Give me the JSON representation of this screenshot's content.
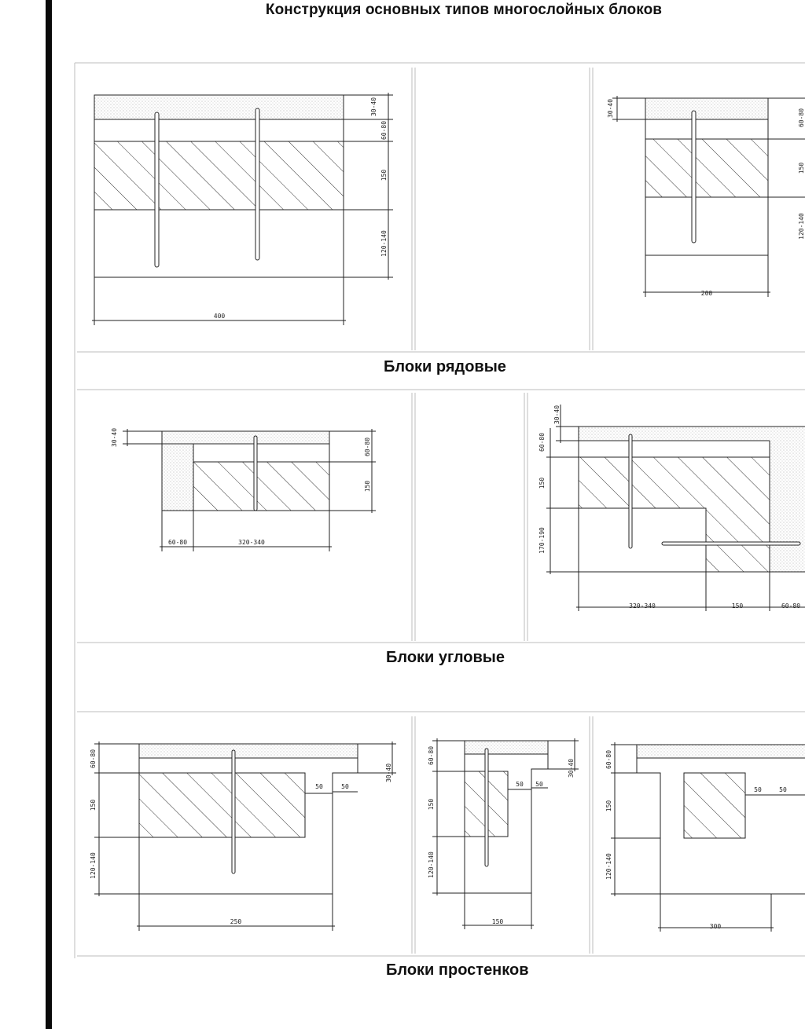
{
  "page": {
    "title": "Конструкция основных типов многослойных блоков",
    "sections": {
      "row": {
        "caption": "Блоки рядовые"
      },
      "corner": {
        "caption": "Блоки угловые"
      },
      "pier": {
        "caption": "Блоки простенков"
      }
    }
  },
  "dims": {
    "row_a": {
      "top": "30-40",
      "face": "60-80",
      "core": "150",
      "bottom": "120-140",
      "width": "400"
    },
    "row_b": {
      "top": "30-40",
      "face": "60-80",
      "core": "150",
      "bottom": "120-140",
      "width": "200"
    },
    "corner_a": {
      "top": "30-40",
      "face": "60-80",
      "core": "150",
      "w1": "60-80",
      "w2": "320-340"
    },
    "corner_b": {
      "top": "30-40",
      "face": "60-80",
      "core": "150",
      "bottom": "170-190",
      "w1": "320-340",
      "w2": "150",
      "w3": "60-80"
    },
    "pier_a": {
      "face": "60-80",
      "core": "150",
      "bottom": "120-140",
      "top": "30-40",
      "s1": "50",
      "s2": "50",
      "width": "250"
    },
    "pier_b": {
      "face": "60-80",
      "core": "150",
      "bottom": "120-140",
      "top": "30-40",
      "s1": "50",
      "s2": "50",
      "width": "150"
    },
    "pier_c": {
      "face": "60-80",
      "core": "150",
      "bottom": "120-140",
      "s1": "50",
      "s2": "50",
      "width": "300"
    }
  },
  "colors": {
    "line": "#222222",
    "frame": "#bdbdbd",
    "binder": "#0a0a0a"
  }
}
